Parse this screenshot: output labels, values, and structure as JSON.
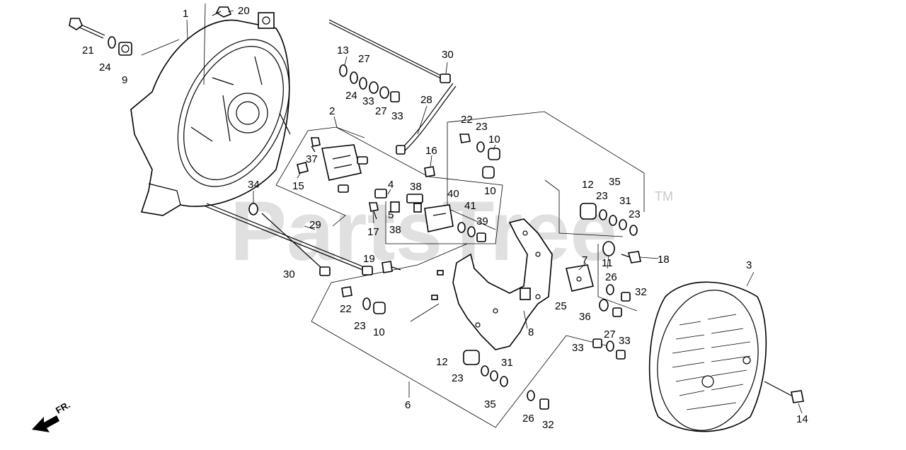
{
  "watermark": {
    "text": "PartsTree",
    "tm": "TM"
  },
  "direction_label": "FR.",
  "callouts": [
    "1",
    "20",
    "21",
    "24",
    "9",
    "13",
    "27",
    "24",
    "33",
    "27",
    "33",
    "30",
    "2",
    "28",
    "22",
    "23",
    "10",
    "37",
    "16",
    "15",
    "10",
    "4",
    "38",
    "40",
    "41",
    "39",
    "5",
    "17",
    "38",
    "34",
    "29",
    "12",
    "35",
    "23",
    "31",
    "23",
    "18",
    "7",
    "11",
    "26",
    "32",
    "19",
    "30",
    "22",
    "23",
    "10",
    "25",
    "36",
    "8",
    "33",
    "27",
    "33",
    "12",
    "31",
    "23",
    "35",
    "26",
    "32",
    "6",
    "3",
    "14"
  ]
}
